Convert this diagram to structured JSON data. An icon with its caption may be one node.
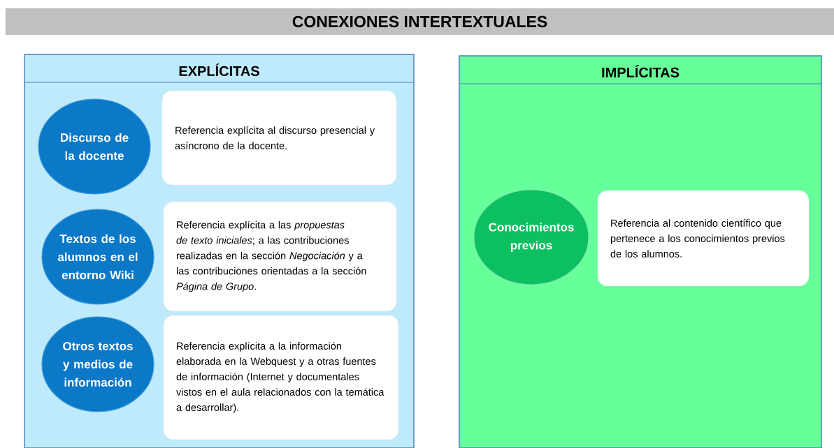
{
  "diagram": {
    "nodes": [
      {
        "text": [
          "CONEXIONES INTERTEXTUALES"
        ]
      },
      {
        "text": [
          "EXPLÍCITAS"
        ]
      },
      {
        "text": [
          "Discurso de la docente"
        ],
        "in": 1
      },
      {
        "text": [
          "Referencia explícita al discurso presencial y asíncrono de la docente."
        ],
        "in": 1
      },
      {
        "text": [
          "Textos de los alumnos en el entorno Wiki"
        ],
        "in": 1
      },
      {
        "text": [
          "Referencia explícita a las *propuestas de texto iniciales*; a las contribuciones realizadas en la sección *Negociación* y a las contribuciones orientadas a la sección *Página de Grupo*."
        ],
        "in": 1
      },
      {
        "text": [
          "Otros textos y medios de información"
        ],
        "in": 1
      },
      {
        "text": [
          "Referencia explícita a la información elaborada en la Webquest y a otras fuentes de información (Internet y documentales vistos en el aula relacionados con la temática a desarrollar)."
        ],
        "in": 1
      },
      {
        "text": [
          "IMPLÍCITAS"
        ]
      },
      {
        "text": [
          "Conocimientos previos"
        ],
        "in": 8
      },
      {
        "text": [
          "Referencia al contenido científico que pertenece a los conocimientos previos de los alumnos."
        ],
        "in": 8
      }
    ]
  }
}
